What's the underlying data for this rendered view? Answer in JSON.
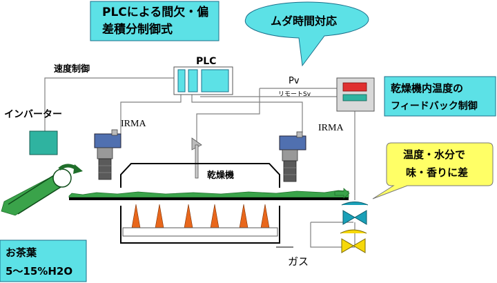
{
  "callouts": {
    "plc_title_line1": "PLCによる間欠・偏",
    "plc_title_line2": "差積分制御式",
    "muda": "ムダ時間対応",
    "feedback_line1": "乾燥機内温度の",
    "feedback_line2": "フィードバック制御",
    "quality_line1": "温度・水分で",
    "quality_line2": "味・香りに差",
    "tea_line1": "お茶葉",
    "tea_line2": "5～15%H2O"
  },
  "labels": {
    "speed_control": "速度制御",
    "inverter": "インバーター",
    "plc": "PLC",
    "pv": "Pv",
    "remote_sv": "リモートSv",
    "irma_left": "IRMA",
    "irma_right": "IRMA",
    "dryer": "乾燥機",
    "gas": "ガス"
  },
  "colors": {
    "cyan": "#5ce1e6",
    "callout_yellow": "#ffff66",
    "tea_green": "#3aa34a",
    "flame_orange": "#e8671c",
    "valve_teal": "#1aa0b8",
    "valve_yellow": "#f6d80a",
    "controller_red": "#e03030",
    "controller_teal": "#2fb3a0",
    "line_gray": "#808080"
  }
}
